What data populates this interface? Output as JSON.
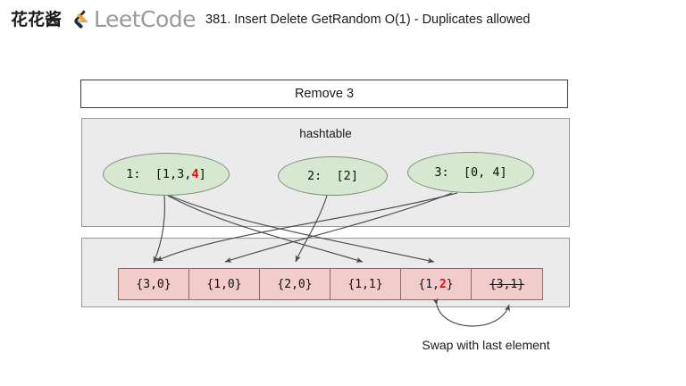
{
  "header": {
    "brand_cn": "花花酱",
    "logo_text": "LeetCode",
    "logo_icon": "leetcode-logo-icon",
    "title": "381. Insert Delete GetRandom O(1) - Duplicates allowed"
  },
  "diagram": {
    "operation_title": "Remove 3",
    "hashtable": {
      "label": "hashtable",
      "entries": [
        {
          "key": "1",
          "prefix": "1:  [1,3,",
          "highlight": "4",
          "suffix": "]"
        },
        {
          "key": "2",
          "text": "2:  [2]"
        },
        {
          "key": "3",
          "text": "3:  [0, 4]"
        }
      ]
    },
    "array": {
      "cells": [
        {
          "prefix": "{3,0}",
          "highlight": "",
          "suffix": "",
          "struck": false
        },
        {
          "prefix": "{1,0}",
          "highlight": "",
          "suffix": "",
          "struck": false
        },
        {
          "prefix": "{2,0}",
          "highlight": "",
          "suffix": "",
          "struck": false
        },
        {
          "prefix": "{1,1}",
          "highlight": "",
          "suffix": "",
          "struck": false
        },
        {
          "prefix": "{1,",
          "highlight": "2",
          "suffix": "}",
          "struck": false
        },
        {
          "prefix": "{3,1}",
          "highlight": "",
          "suffix": "",
          "struck": true
        }
      ]
    },
    "caption": "Swap with last element"
  },
  "colors": {
    "ellipse_fill": "#d6e8cf",
    "ellipse_stroke": "#7f8c7a",
    "array_fill": "#f2cbcb",
    "array_stroke": "#8a6a6a",
    "panel_fill": "#ebebeb",
    "panel_stroke": "#9a9a9a",
    "highlight": "#ff0000",
    "logo_accent": "#f89f1b"
  }
}
